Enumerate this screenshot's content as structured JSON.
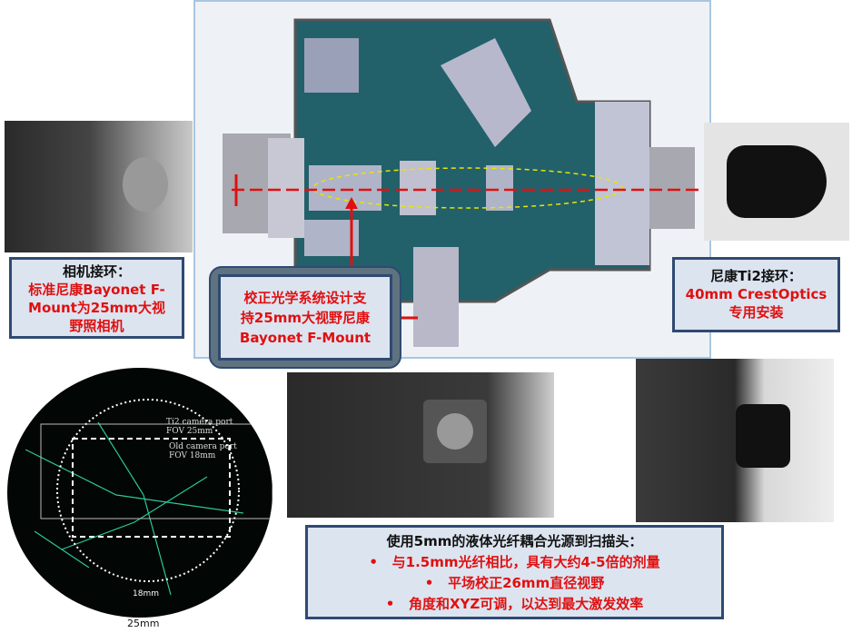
{
  "left_box": {
    "title": "相机接环：",
    "lines": [
      "标准尼康Bayonet F-",
      "Mount为25mm大视",
      "野照相机"
    ]
  },
  "center_box": {
    "lines": [
      "校正光学系统设计支",
      "持25mm大视野尼康",
      "Bayonet F-Mount"
    ]
  },
  "right_box": {
    "title": "尼康Ti2接环：",
    "lines": [
      "40mm CrestOptics",
      "专用安装"
    ]
  },
  "bottom_box": {
    "title": "使用5mm的液体光纤耦合光源到扫描头：",
    "bullets": [
      "与1.5mm光纤相比，具有大约4-5倍的剂量",
      "平场校正26mm直径视野",
      "角度和XYZ可调，以达到最大激发效率"
    ]
  },
  "fov_image": {
    "ti2_label_1": "Ti2 camera port",
    "ti2_label_2": "FOV 25mm",
    "old_label_1": "Old camera port",
    "old_label_2": "FOV 18mm",
    "inner_dim": "18mm",
    "outer_dim": "25mm"
  },
  "colors": {
    "accent_red": "#e01010",
    "box_border": "#2f4a72",
    "box_fill": "#dce4f0",
    "machine_teal": "#1f5f66"
  }
}
